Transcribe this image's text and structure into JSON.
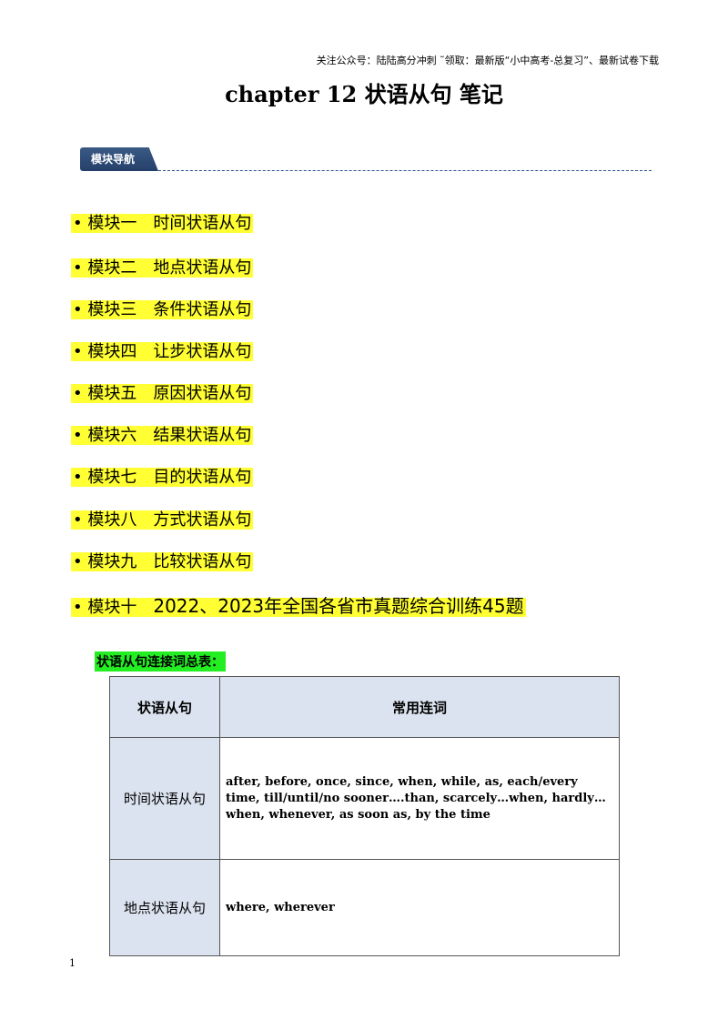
{
  "header_note": "关注公众号：陆陆高分冲刺  ˜领取：最新版“小中高考-总复习”、最新试卷下载",
  "title": "chapter 12  状语从句  笔记",
  "nav": {
    "tab_label": "模块导航"
  },
  "modules": [
    {
      "label": "模块一",
      "topic": "时间状语从句"
    },
    {
      "label": "模块二",
      "topic": "地点状语从句"
    },
    {
      "label": "模块三",
      "topic": "条件状语从句"
    },
    {
      "label": "模块四",
      "topic": "让步状语从句"
    },
    {
      "label": "模块五",
      "topic": "原因状语从句"
    },
    {
      "label": "模块六",
      "topic": "结果状语从句"
    },
    {
      "label": "模块七",
      "topic": "目的状语从句"
    },
    {
      "label": "模块八",
      "topic": "方式状语从句"
    },
    {
      "label": "模块九",
      "topic": "比较状语从句"
    },
    {
      "label": "模块十",
      "topic": "2022、2023年全国各省市真题综合训练45题"
    }
  ],
  "bullet": "•",
  "table": {
    "caption": "状语从句连接词总表：",
    "headers": [
      "状语从句",
      "常用连词"
    ],
    "rows": [
      {
        "category": "时间状语从句",
        "words": "after, before, once, since, when, while, as, each/every time, till/until/no sooner….than,   scarcely…when,  hardly…when, whenever, as soon as, by the time"
      },
      {
        "category": "地点状语从句",
        "words": "where, wherever"
      }
    ]
  },
  "page_number": "1"
}
